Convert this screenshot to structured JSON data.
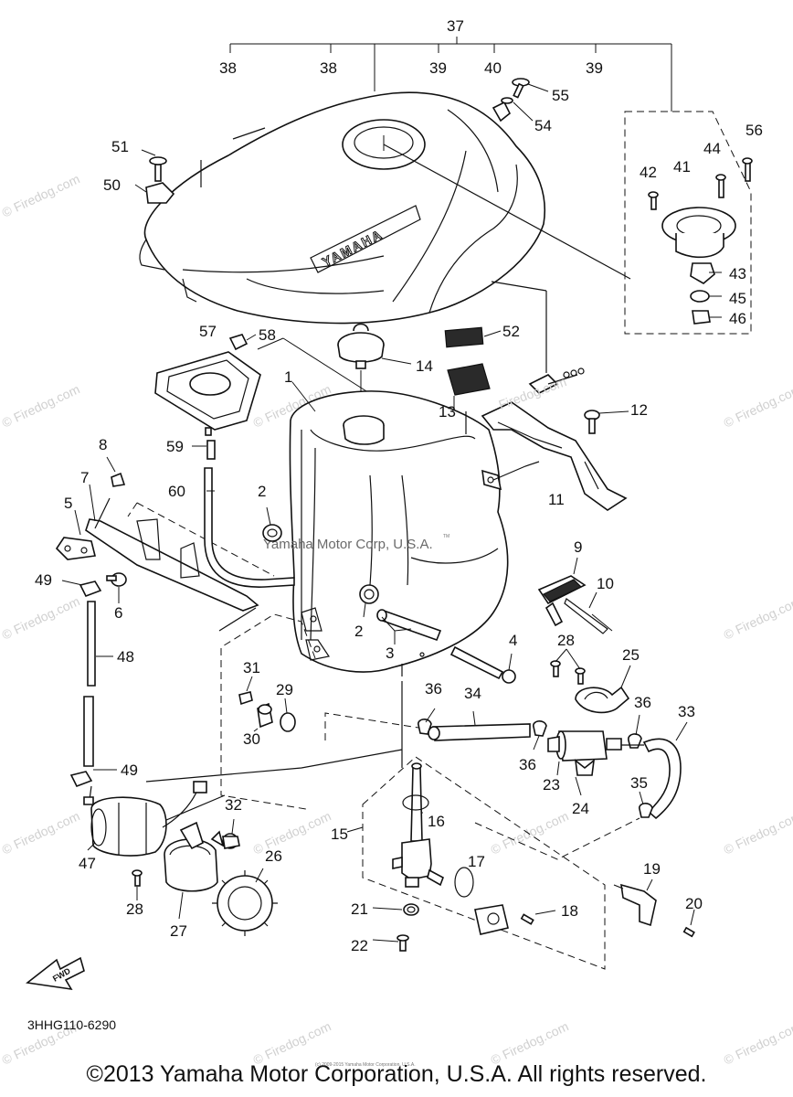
{
  "callouts": {
    "c1": "1",
    "c2a": "2",
    "c2b": "2",
    "c3": "3",
    "c4": "4",
    "c5": "5",
    "c6": "6",
    "c7": "7",
    "c8": "8",
    "c9": "9",
    "c10": "10",
    "c11": "11",
    "c12": "12",
    "c13": "13",
    "c14": "14",
    "c15": "15",
    "c16": "16",
    "c17": "17",
    "c18": "18",
    "c19": "19",
    "c20": "20",
    "c21": "21",
    "c22": "22",
    "c23": "23",
    "c24": "24",
    "c25": "25",
    "c26": "26",
    "c27": "27",
    "c28a": "28",
    "c28b": "28",
    "c29": "29",
    "c30": "30",
    "c31": "31",
    "c32": "32",
    "c33": "33",
    "c34": "34",
    "c35": "35",
    "c36a": "36",
    "c36b": "36",
    "c36c": "36",
    "c37": "37",
    "c38a": "38",
    "c38b": "38",
    "c39a": "39",
    "c39b": "39",
    "c40": "40",
    "c41": "41",
    "c42": "42",
    "c43": "43",
    "c44": "44",
    "c45": "45",
    "c46": "46",
    "c47": "47",
    "c48": "48",
    "c49a": "49",
    "c49b": "49",
    "c50": "50",
    "c51": "51",
    "c52": "52",
    "c54": "54",
    "c55": "55",
    "c56": "56",
    "c57": "57",
    "c58": "58",
    "c59": "59",
    "c60": "60"
  },
  "tank_brand": "YAMAHA",
  "embedded_caption": "Yamaha Motor Corp, U.S.A.",
  "trademark": "TM",
  "footer_micro": "(c) 2009-2015 Yamaha Motor Corporation, U.S.A.",
  "forward_label": "FWD",
  "diagram_code": "3HHG110-6290",
  "copyright": "©2013 Yamaha Motor Corporation, U.S.A. All rights reserved.",
  "watermark": "© Firedog.com",
  "stamp": "Firedog.com"
}
